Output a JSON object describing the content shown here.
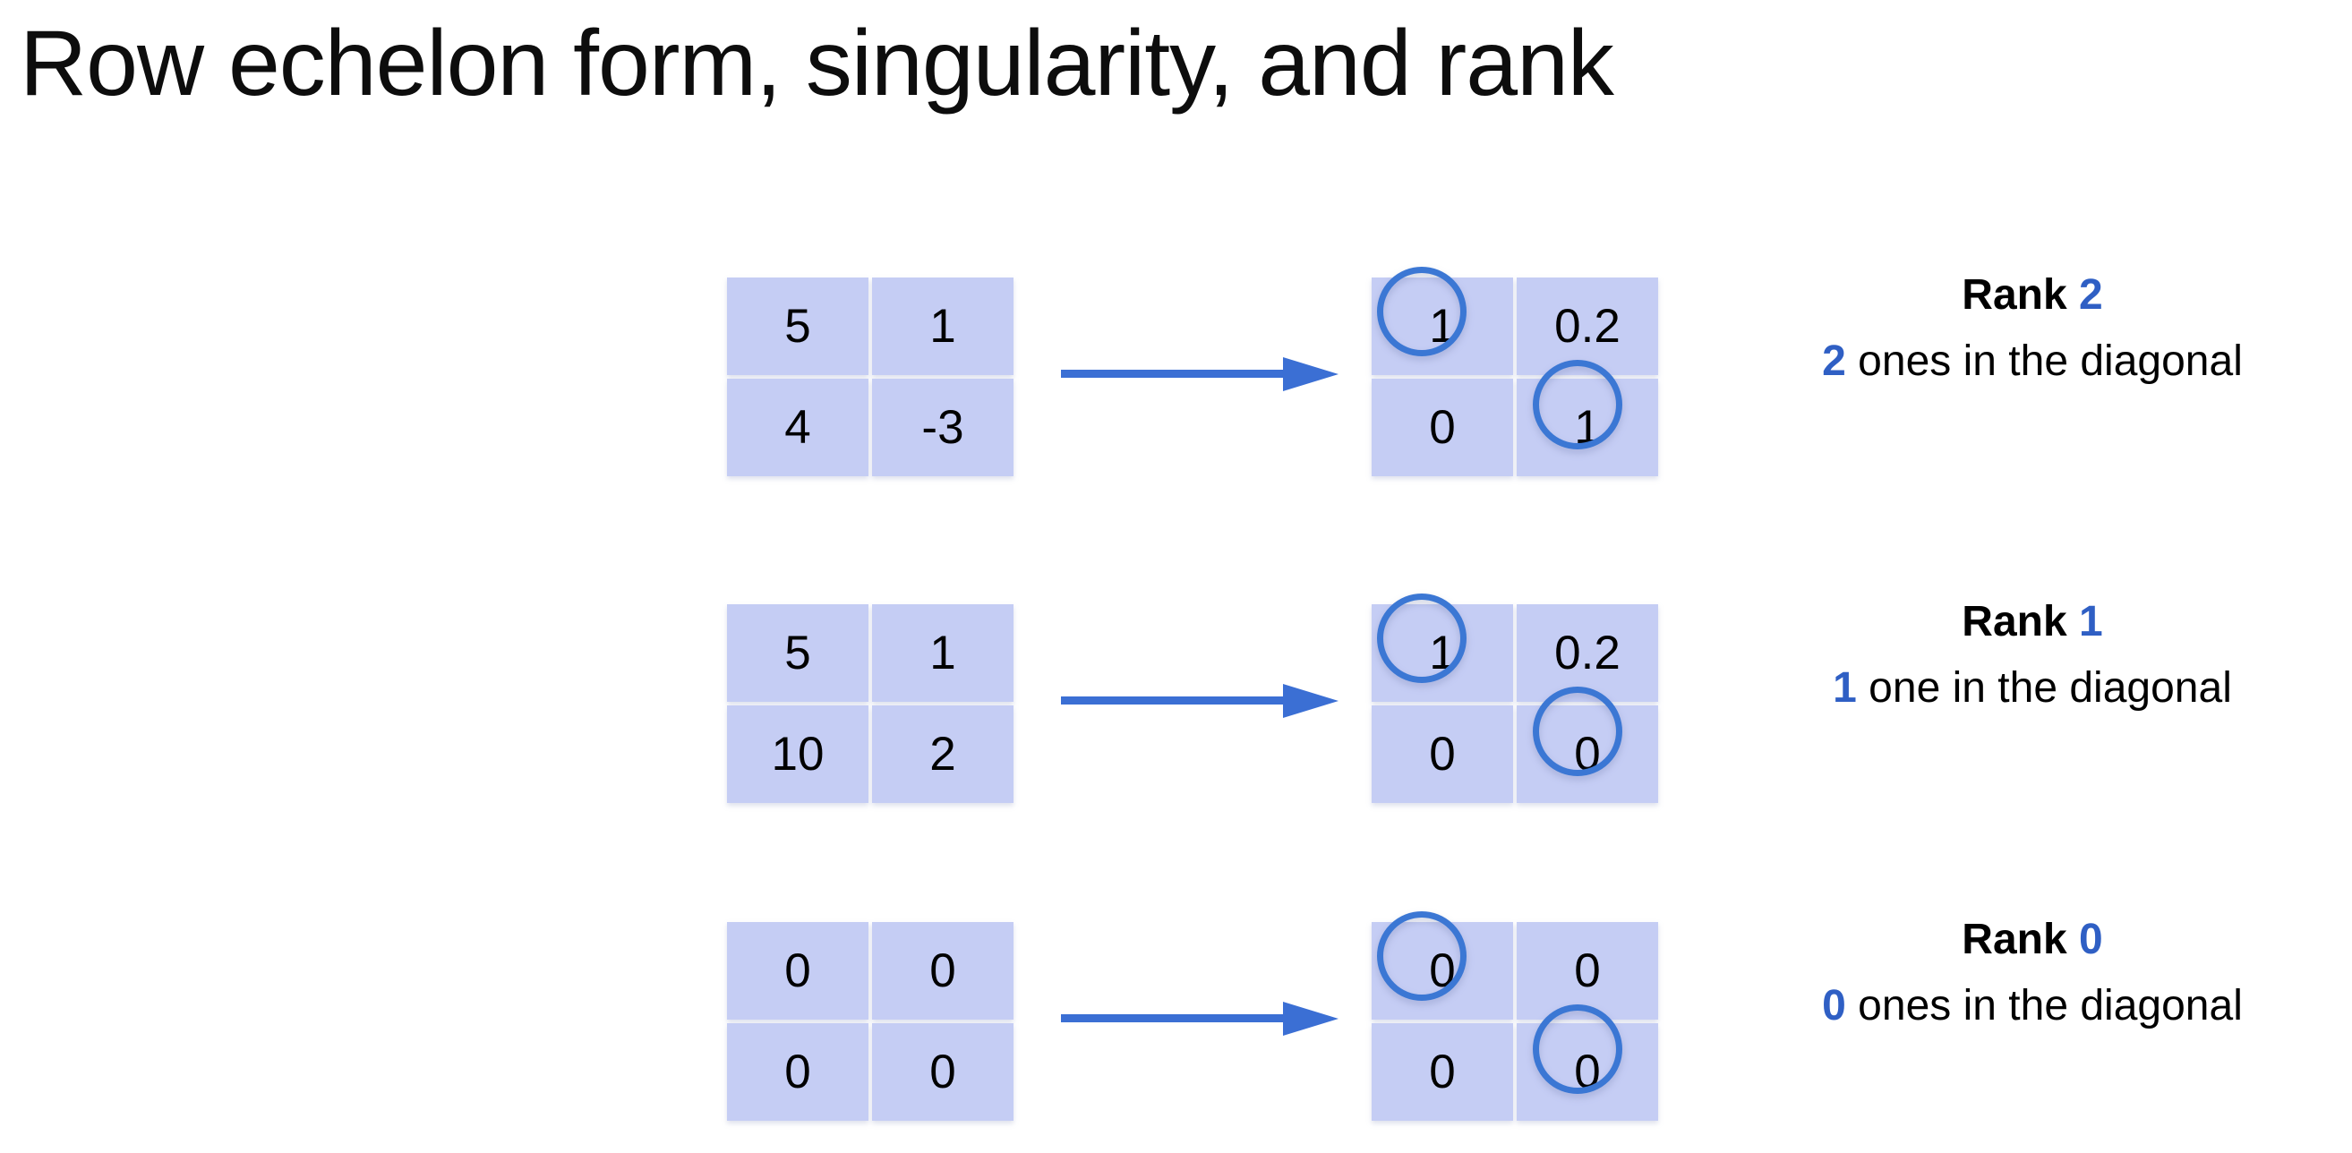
{
  "slide": {
    "title": "Row echelon form, singularity, and rank",
    "background_color": "#ffffff",
    "accent_color": "#2f5fc4",
    "cell_color": "#c5cdf4",
    "circle_color": "#3b77d4",
    "arrow_color": "#3b6fd4"
  },
  "examples": [
    {
      "source_matrix": {
        "rows": [
          [
            "5",
            "1"
          ],
          [
            "4",
            "-3"
          ]
        ]
      },
      "arrow": "right-arrow",
      "result_matrix": {
        "rows": [
          [
            "1",
            "0.2"
          ],
          [
            "0",
            "1"
          ]
        ],
        "circled": [
          [
            true,
            false
          ],
          [
            false,
            true
          ]
        ]
      },
      "rank_label": "Rank",
      "rank_value": "2",
      "detail_count": "2",
      "detail_text": " ones in the diagonal"
    },
    {
      "source_matrix": {
        "rows": [
          [
            "5",
            "1"
          ],
          [
            "10",
            "2"
          ]
        ]
      },
      "arrow": "right-arrow",
      "result_matrix": {
        "rows": [
          [
            "1",
            "0.2"
          ],
          [
            "0",
            "0"
          ]
        ],
        "circled": [
          [
            true,
            false
          ],
          [
            false,
            true
          ]
        ]
      },
      "rank_label": "Rank",
      "rank_value": "1",
      "detail_count": "1",
      "detail_text": " one in the diagonal"
    },
    {
      "source_matrix": {
        "rows": [
          [
            "0",
            "0"
          ],
          [
            "0",
            "0"
          ]
        ]
      },
      "arrow": "right-arrow",
      "result_matrix": {
        "rows": [
          [
            "0",
            "0"
          ],
          [
            "0",
            "0"
          ]
        ],
        "circled": [
          [
            true,
            false
          ],
          [
            false,
            true
          ]
        ]
      },
      "rank_label": "Rank",
      "rank_value": "0",
      "detail_count": "0",
      "detail_text": " ones in the diagonal"
    }
  ]
}
